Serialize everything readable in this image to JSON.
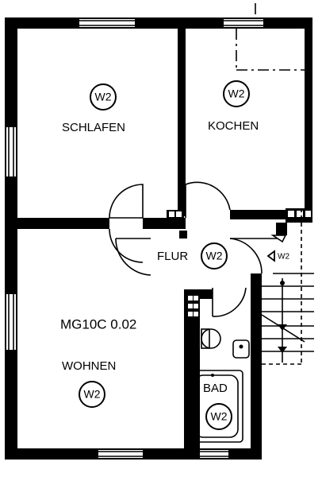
{
  "plan": {
    "unit_id": "MG10C 0.02",
    "rooms": [
      {
        "key": "schlafen",
        "name": "SCHLAFEN",
        "marker": "W2"
      },
      {
        "key": "kochen",
        "name": "KOCHEN",
        "marker": "W2"
      },
      {
        "key": "flur",
        "name": "FLUR",
        "marker": "W2"
      },
      {
        "key": "wohnen",
        "name": "WOHNEN",
        "marker": "W2"
      },
      {
        "key": "bad",
        "name": "BAD",
        "marker": "W2"
      }
    ],
    "stair_label": "W2"
  }
}
